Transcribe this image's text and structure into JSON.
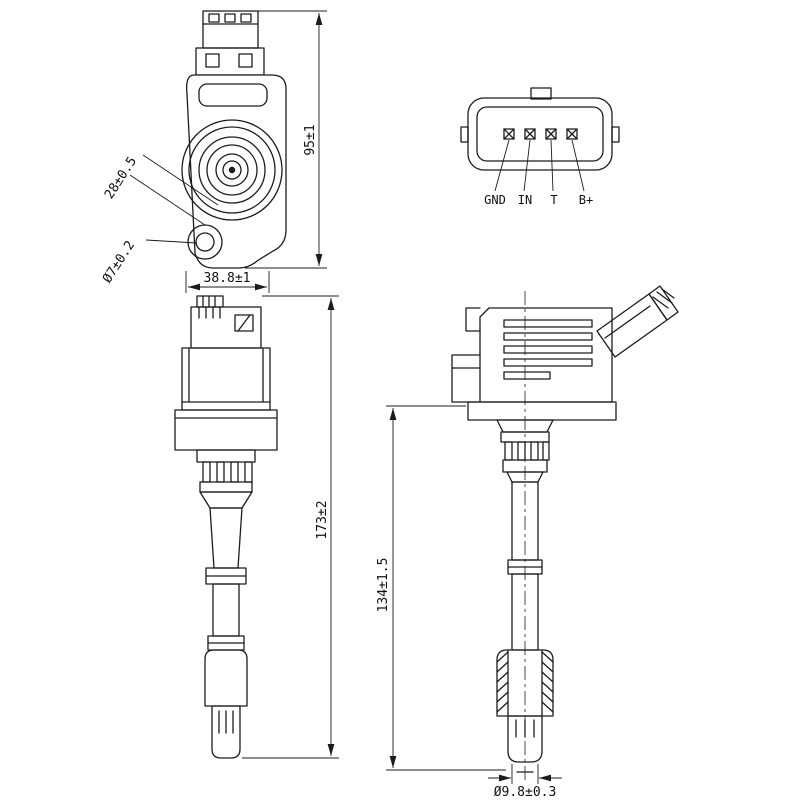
{
  "drawing": {
    "top_view": {
      "height": "95±1",
      "width": "38.8±1",
      "boss_diameter": "28±0.5",
      "hole_diameter": "Ø7±0.2"
    },
    "connector_view": {
      "pins": [
        "GND",
        "IN",
        "T",
        "B+"
      ]
    },
    "front_view": {
      "height": "173±2"
    },
    "side_view": {
      "height": "134±1.5",
      "tip_diameter": "Ø9.8±0.3"
    },
    "colors": {
      "line": "#1c1c1c",
      "background": "#ffffff"
    }
  }
}
